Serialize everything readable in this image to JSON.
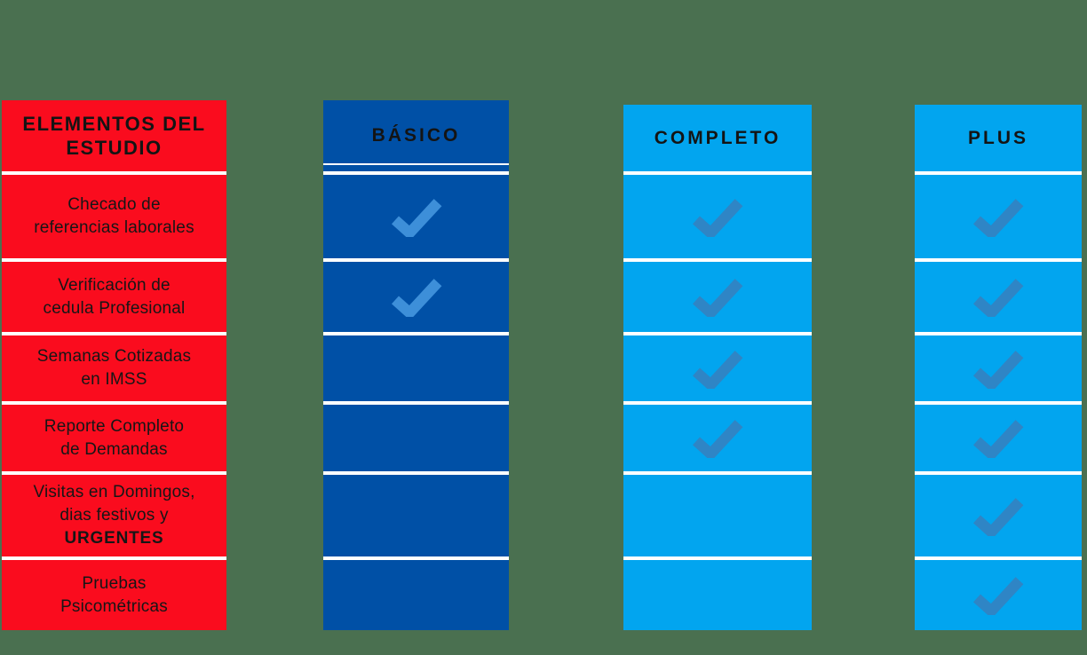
{
  "page": {
    "background_color": "#4A7050",
    "divider_color": "#FFFFFF",
    "text_color": "#141414"
  },
  "table": {
    "feature_column": {
      "header_lines": [
        "ELEMENTOS",
        "DEL ESTUDIO"
      ],
      "background_color": "#FA0C1E"
    },
    "feature_rows": [
      {
        "lines": [
          "Checado de",
          "referencias laborales"
        ]
      },
      {
        "lines": [
          "Verificación de",
          "cedula Profesional"
        ]
      },
      {
        "lines": [
          "Semanas Cotizadas",
          "en IMSS"
        ]
      },
      {
        "lines": [
          "Reporte Completo",
          "de Demandas"
        ]
      },
      {
        "lines": [
          "Visitas en Domingos,",
          "dias festivos y",
          "URGENTES"
        ],
        "bold_line_index": 2
      },
      {
        "lines": [
          "Pruebas",
          "Psicométricas"
        ]
      }
    ],
    "plans": [
      {
        "name": "BÁSICO",
        "background_color": "#0050A6",
        "check_color": "#3D8FD9",
        "checks": [
          true,
          true,
          false,
          false,
          false,
          false
        ]
      },
      {
        "name": "COMPLETO",
        "background_color": "#02A5EF",
        "check_color": "#2F85C5",
        "checks": [
          true,
          true,
          true,
          true,
          false,
          false
        ]
      },
      {
        "name": "PLUS",
        "background_color": "#02A5EF",
        "check_color": "#2F85C5",
        "checks": [
          true,
          true,
          true,
          true,
          true,
          true
        ]
      }
    ],
    "check_icon": "checkmark"
  }
}
